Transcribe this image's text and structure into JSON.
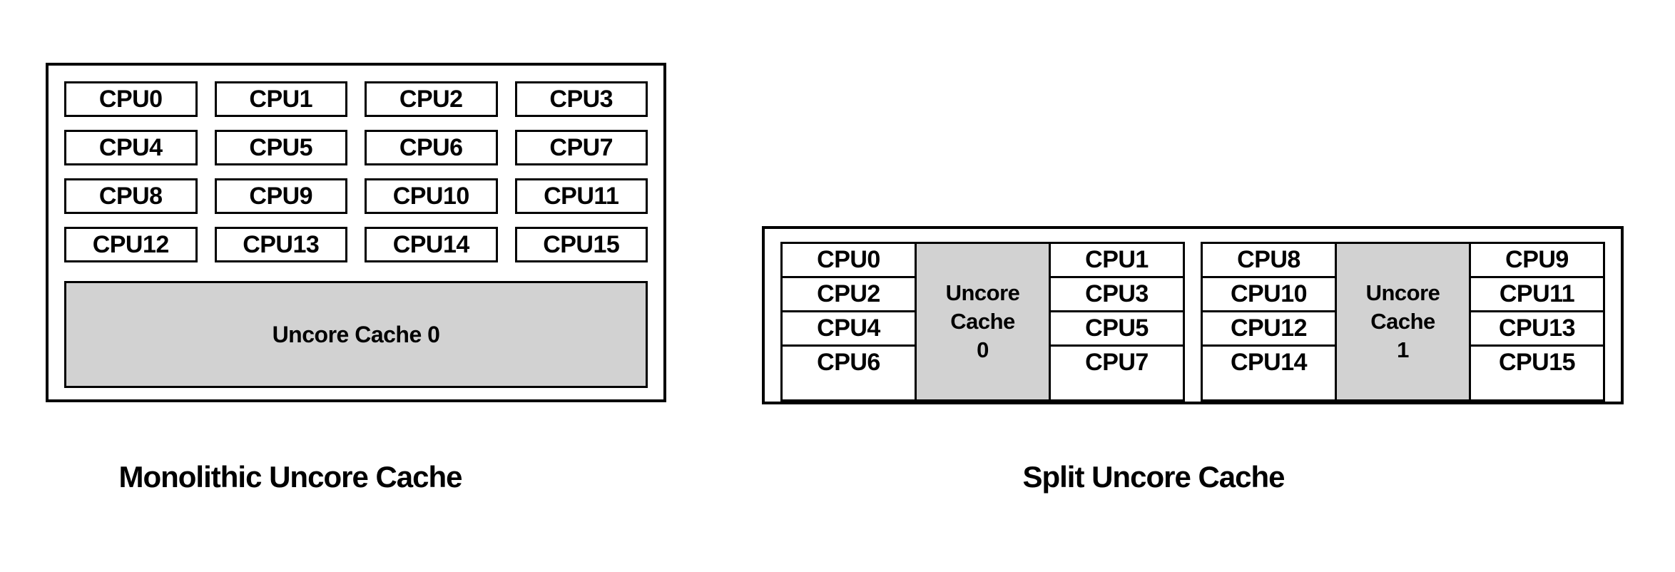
{
  "monolithic": {
    "caption": "Monolithic Uncore Cache",
    "uncore_label": "Uncore Cache 0",
    "rows": [
      [
        "CPU0",
        "CPU1",
        "CPU2",
        "CPU3"
      ],
      [
        "CPU4",
        "CPU5",
        "CPU6",
        "CPU7"
      ],
      [
        "CPU8",
        "CPU9",
        "CPU10",
        "CPU11"
      ],
      [
        "CPU12",
        "CPU13",
        "CPU14",
        "CPU15"
      ]
    ]
  },
  "split": {
    "caption": "Split Uncore Cache",
    "groups": [
      {
        "left_cpus": [
          "CPU0",
          "CPU2",
          "CPU4",
          "CPU6"
        ],
        "uncore": {
          "line1": "Uncore",
          "line2": "Cache",
          "line3": "0"
        },
        "right_cpus": [
          "CPU1",
          "CPU3",
          "CPU5",
          "CPU7"
        ]
      },
      {
        "left_cpus": [
          "CPU8",
          "CPU10",
          "CPU12",
          "CPU14"
        ],
        "uncore": {
          "line1": "Uncore",
          "line2": "Cache",
          "line3": "1"
        },
        "right_cpus": [
          "CPU9",
          "CPU11",
          "CPU13",
          "CPU15"
        ]
      }
    ]
  },
  "colors": {
    "uncore_fill": "#d2d2d2",
    "border": "#000000",
    "background": "#ffffff",
    "text": "#000000"
  }
}
